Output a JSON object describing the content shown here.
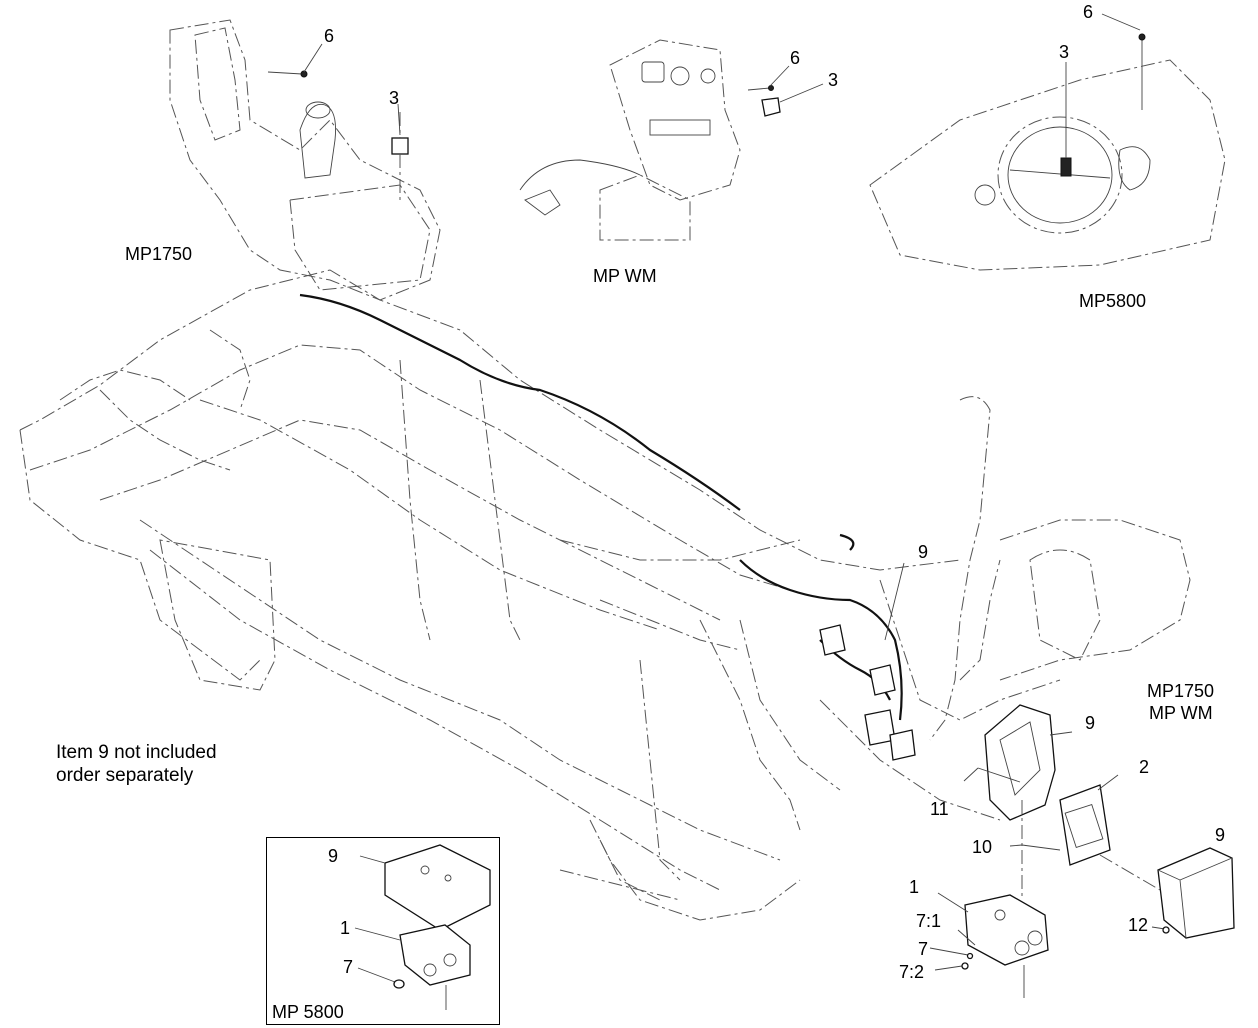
{
  "model_labels": {
    "mp1750_top": "MP1750",
    "mp_wm_top": "MP WM",
    "mp5800_top": "MP5800",
    "mp1750_right": "MP1750",
    "mp_wm_right": "MP WM",
    "mp_5800_inset": "MP 5800"
  },
  "note": {
    "line1": "Item 9 not included",
    "line2": "order separately"
  },
  "callouts": {
    "c6_mp1750": "6",
    "c3_mp1750": "3",
    "c6_mpwm": "6",
    "c3_mpwm": "3",
    "c6_mp5800": "6",
    "c3_mp5800": "3",
    "c9_harness": "9",
    "c9_bracket": "9",
    "c2_controller": "2",
    "c11_bolt": "11",
    "c10_bolt": "10",
    "c1_valve": "1",
    "c7_1": "7:1",
    "c7": "7",
    "c7_2": "7:2",
    "c9_cover": "9",
    "c12_nut": "12",
    "c9_inset": "9",
    "c1_inset": "1",
    "c7_inset": "7"
  }
}
